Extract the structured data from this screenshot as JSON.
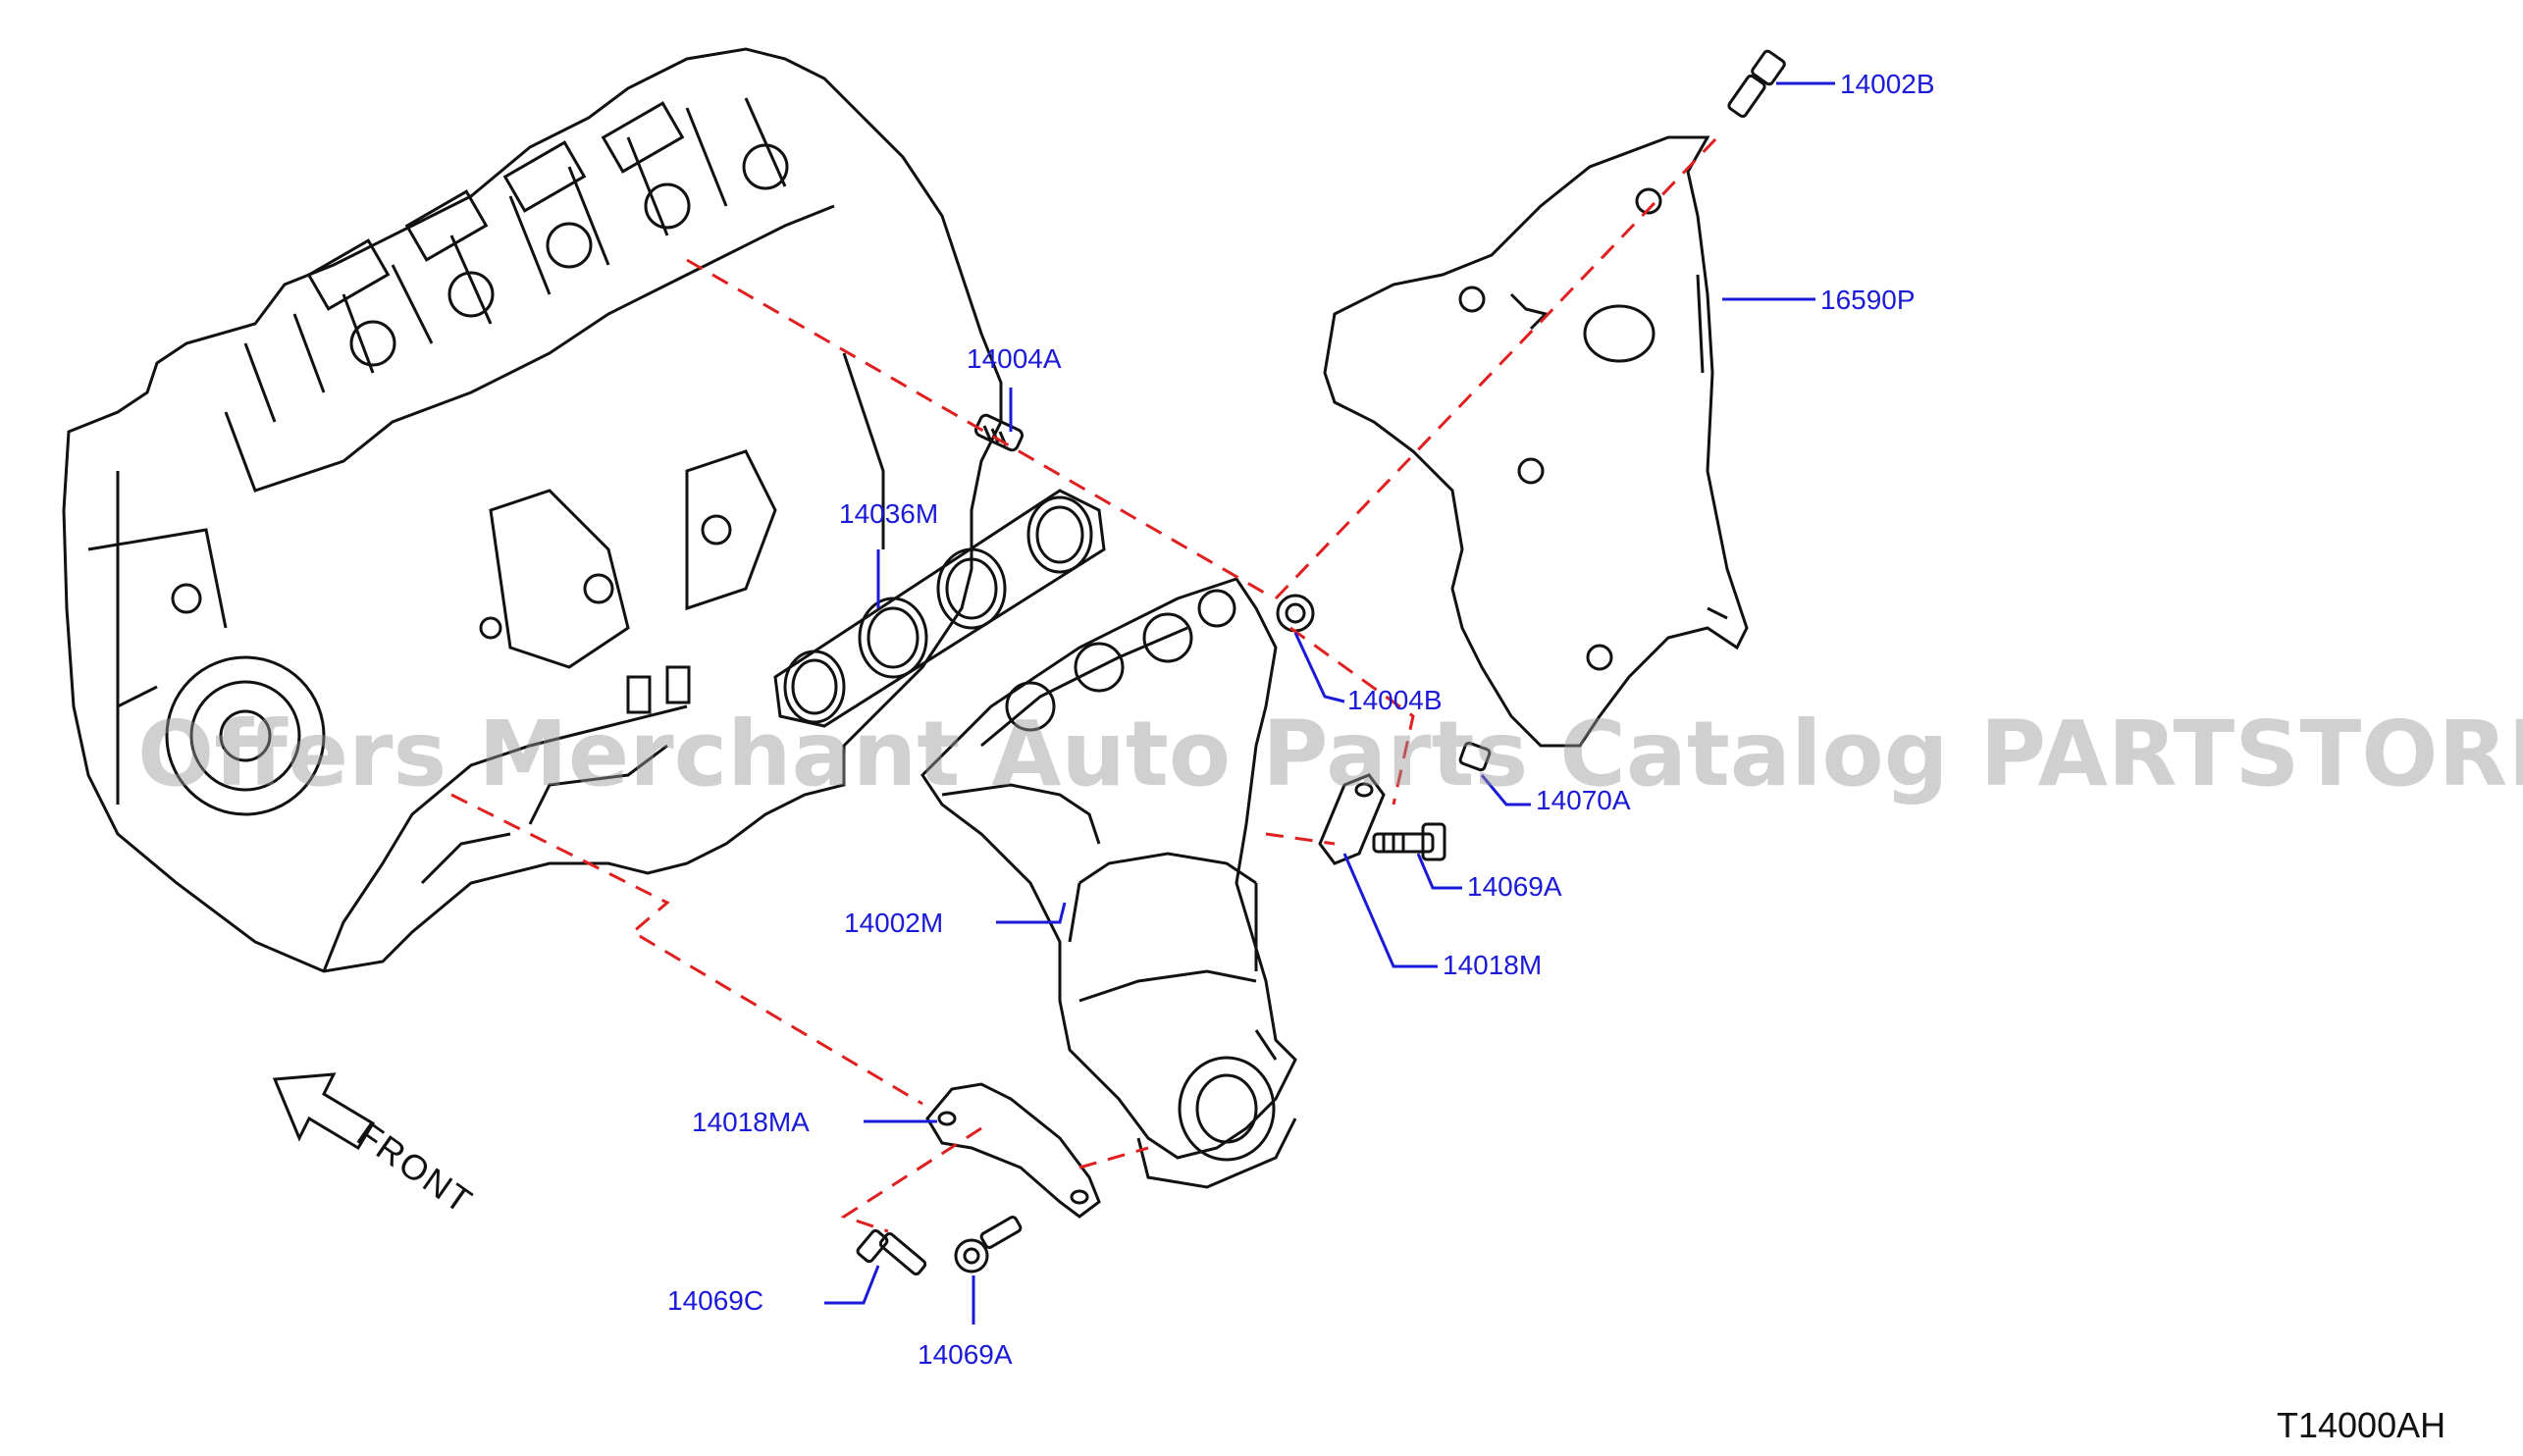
{
  "diagram": {
    "figure_code": "T14000AH",
    "direction_label": "FRONT",
    "watermark": "Offers Merchant Auto Parts Catalog PARTSTORE.SA",
    "label_color": "#1a1ad8",
    "leader_color": "#1a1ad8",
    "dashed_line_color": "#e02020",
    "parts": [
      {
        "id": "p_14002B",
        "label": "14002B"
      },
      {
        "id": "p_16590P",
        "label": "16590P"
      },
      {
        "id": "p_14004A",
        "label": "14004A"
      },
      {
        "id": "p_14036M",
        "label": "14036M"
      },
      {
        "id": "p_14004B",
        "label": "14004B"
      },
      {
        "id": "p_14070A",
        "label": "14070A"
      },
      {
        "id": "p_14069A_top",
        "label": "14069A"
      },
      {
        "id": "p_14002M",
        "label": "14002M"
      },
      {
        "id": "p_14018M",
        "label": "14018M"
      },
      {
        "id": "p_14018MA",
        "label": "14018MA"
      },
      {
        "id": "p_14069C",
        "label": "14069C"
      },
      {
        "id": "p_14069A_bottom",
        "label": "14069A"
      }
    ]
  }
}
